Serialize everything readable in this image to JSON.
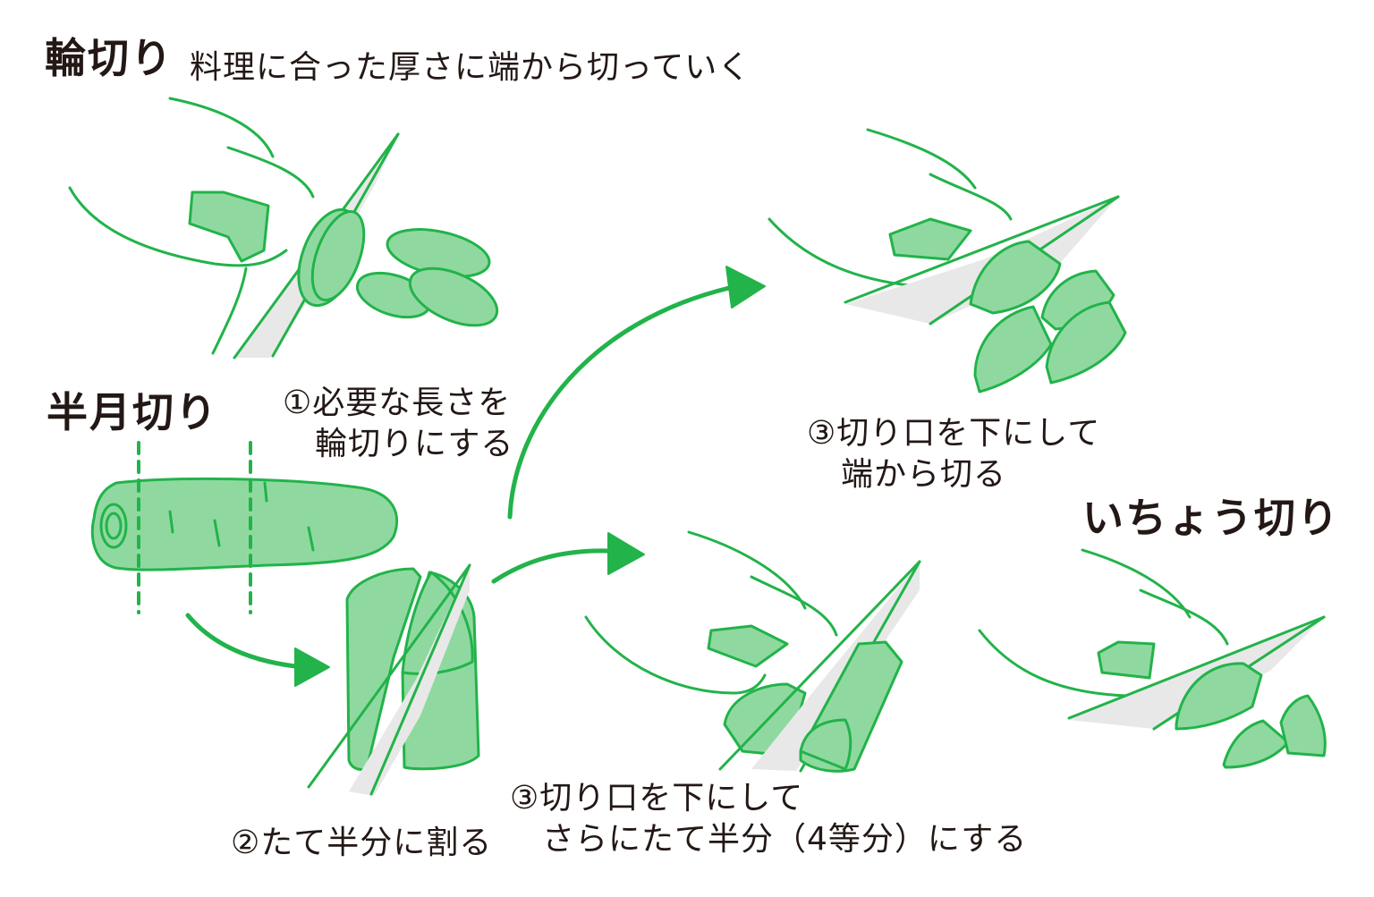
{
  "headings": {
    "wagiri": "輪切り",
    "wagiri_desc": "料理に合った厚さに端から切っていく",
    "hangetsu": "半月切り",
    "icho": "いちょう切り"
  },
  "steps": {
    "step1_line1": "①必要な長さを",
    "step1_line2": "輪切りにする",
    "step2": "②たて半分に割る",
    "step3a_line1": "③切り口を下にして",
    "step3a_line2": "端から切る",
    "step3b_line1": "③切り口を下にして",
    "step3b_line2": "さらにたて半分（4等分）にする"
  },
  "colors": {
    "outline": "#22b34a",
    "fill": "#8fd9a0",
    "blade": "#e8e8e8",
    "text": "#231815"
  }
}
